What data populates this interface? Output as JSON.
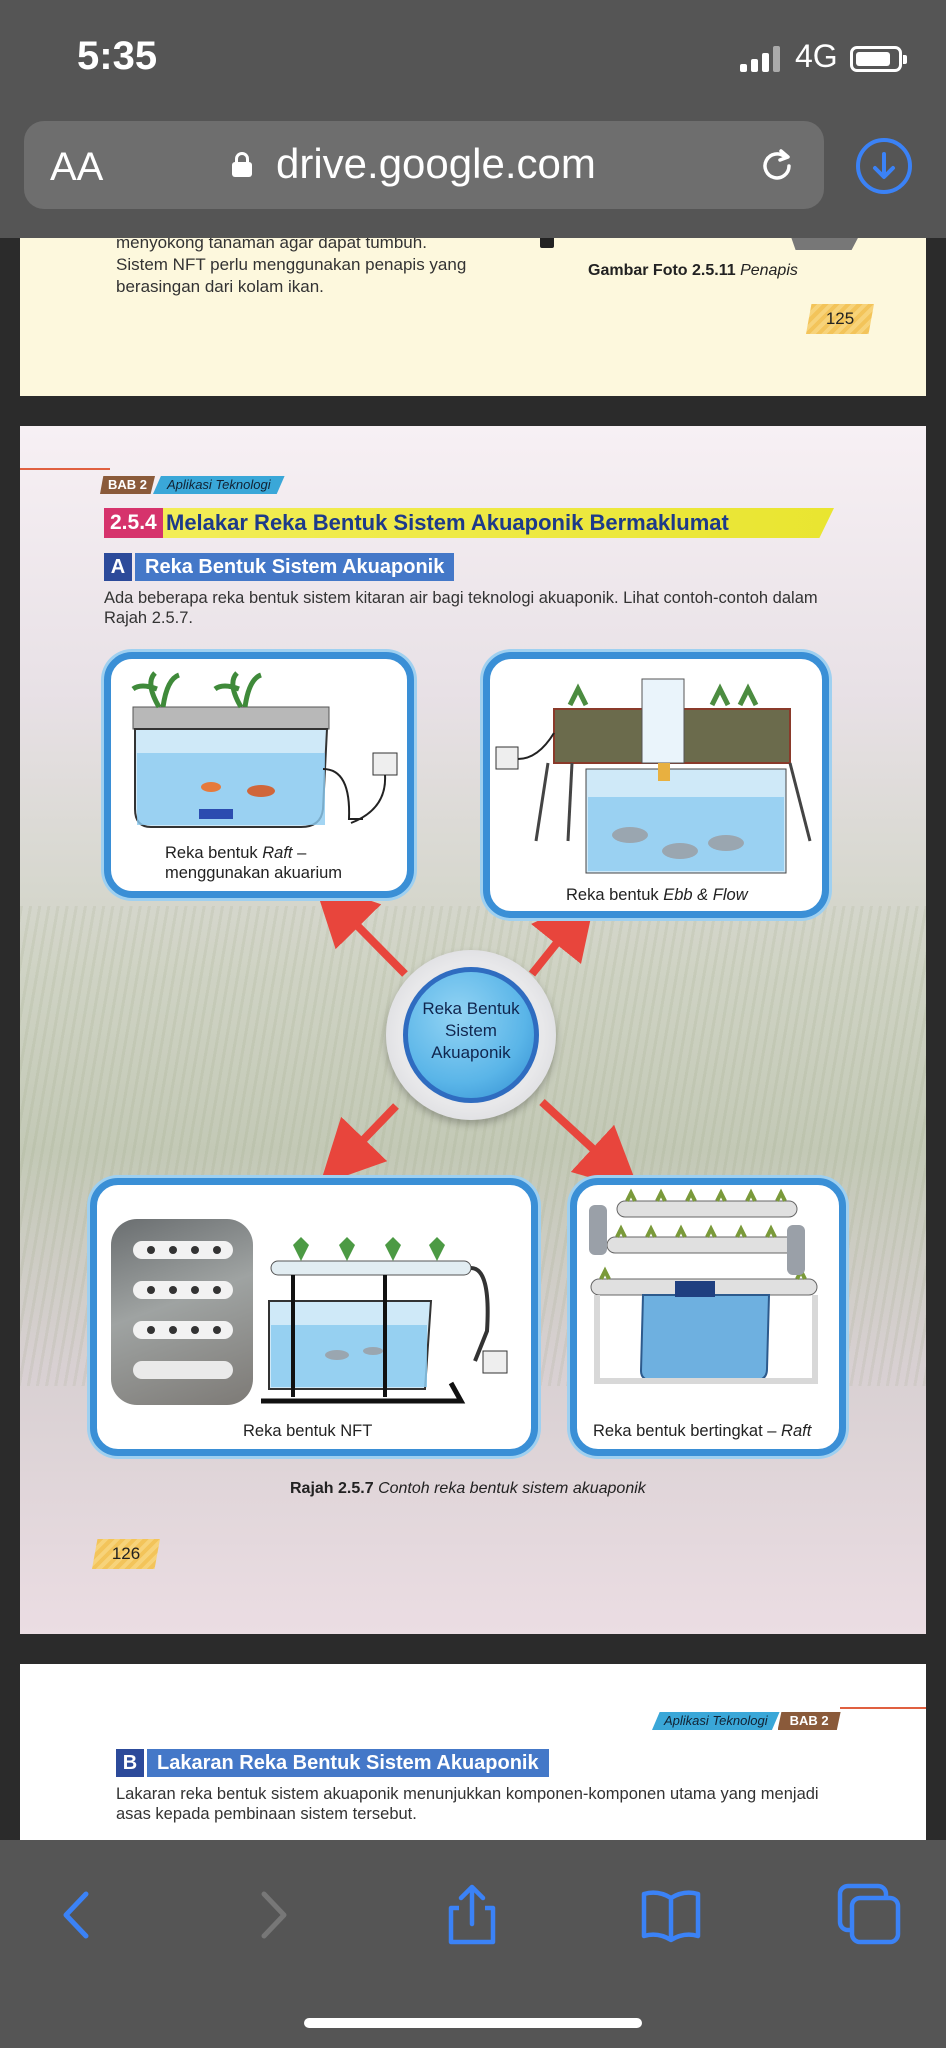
{
  "status_bar": {
    "time": "5:35",
    "network": "4G"
  },
  "browser": {
    "text_size_label": "AA",
    "domain": "drive.google.com"
  },
  "page_prev": {
    "text_lines": [
      "menyokong tanaman agar dapat tumbuh.",
      "Sistem NFT perlu menggunakan penapis yang",
      "berasingan dari kolam ikan."
    ],
    "caption_bold": "Gambar Foto 2.5.11",
    "caption_italic": "Penapis",
    "page_number": "125"
  },
  "page_main": {
    "chapter_badge": "BAB 2",
    "chapter_topic": "Aplikasi Teknologi",
    "section_number": "2.5.4",
    "section_title": "Melakar Reka Bentuk Sistem Akuaponik Bermaklumat",
    "subsection_letter": "A",
    "subsection_title": "Reka Bentuk Sistem Akuaponik",
    "intro": "Ada beberapa reka bentuk sistem kitaran air bagi teknologi akuaponik. Lihat contoh-contoh dalam Rajah 2.5.7.",
    "center_label": "Reka Bentuk Sistem Akuaponik",
    "cards": {
      "raft": {
        "label_pre": "Reka bentuk ",
        "label_italic": "Raft",
        "label_post": " –",
        "label_line2": "menggunakan akuarium"
      },
      "ebb": {
        "label_pre": "Reka bentuk ",
        "label_italic": "Ebb & Flow"
      },
      "nft": {
        "label": "Reka bentuk NFT"
      },
      "tiered": {
        "label_pre": "Reka bentuk bertingkat – ",
        "label_italic": "Raft"
      }
    },
    "figure_caption_bold": "Rajah 2.5.7",
    "figure_caption_italic": "Contoh reka bentuk sistem akuaponik",
    "page_number": "126"
  },
  "page_next": {
    "chapter_topic": "Aplikasi Teknologi",
    "chapter_badge": "BAB 2",
    "subsection_letter": "B",
    "subsection_title": "Lakaran Reka Bentuk Sistem Akuaponik",
    "intro": "Lakaran reka bentuk sistem akuaponik menunjukkan komponen-komponen utama yang menjadi asas kepada pembinaan sistem tersebut."
  },
  "colors": {
    "toolbar": "#555555",
    "accent_blue": "#3b82f6",
    "card_border": "#3a8fd6",
    "arrow": "#e8453c",
    "section_pink": "#d6336c",
    "section_yellow": "#e9e530"
  },
  "toolbar_icons": [
    "back-icon",
    "forward-icon",
    "share-icon",
    "bookmarks-icon",
    "tabs-icon"
  ]
}
